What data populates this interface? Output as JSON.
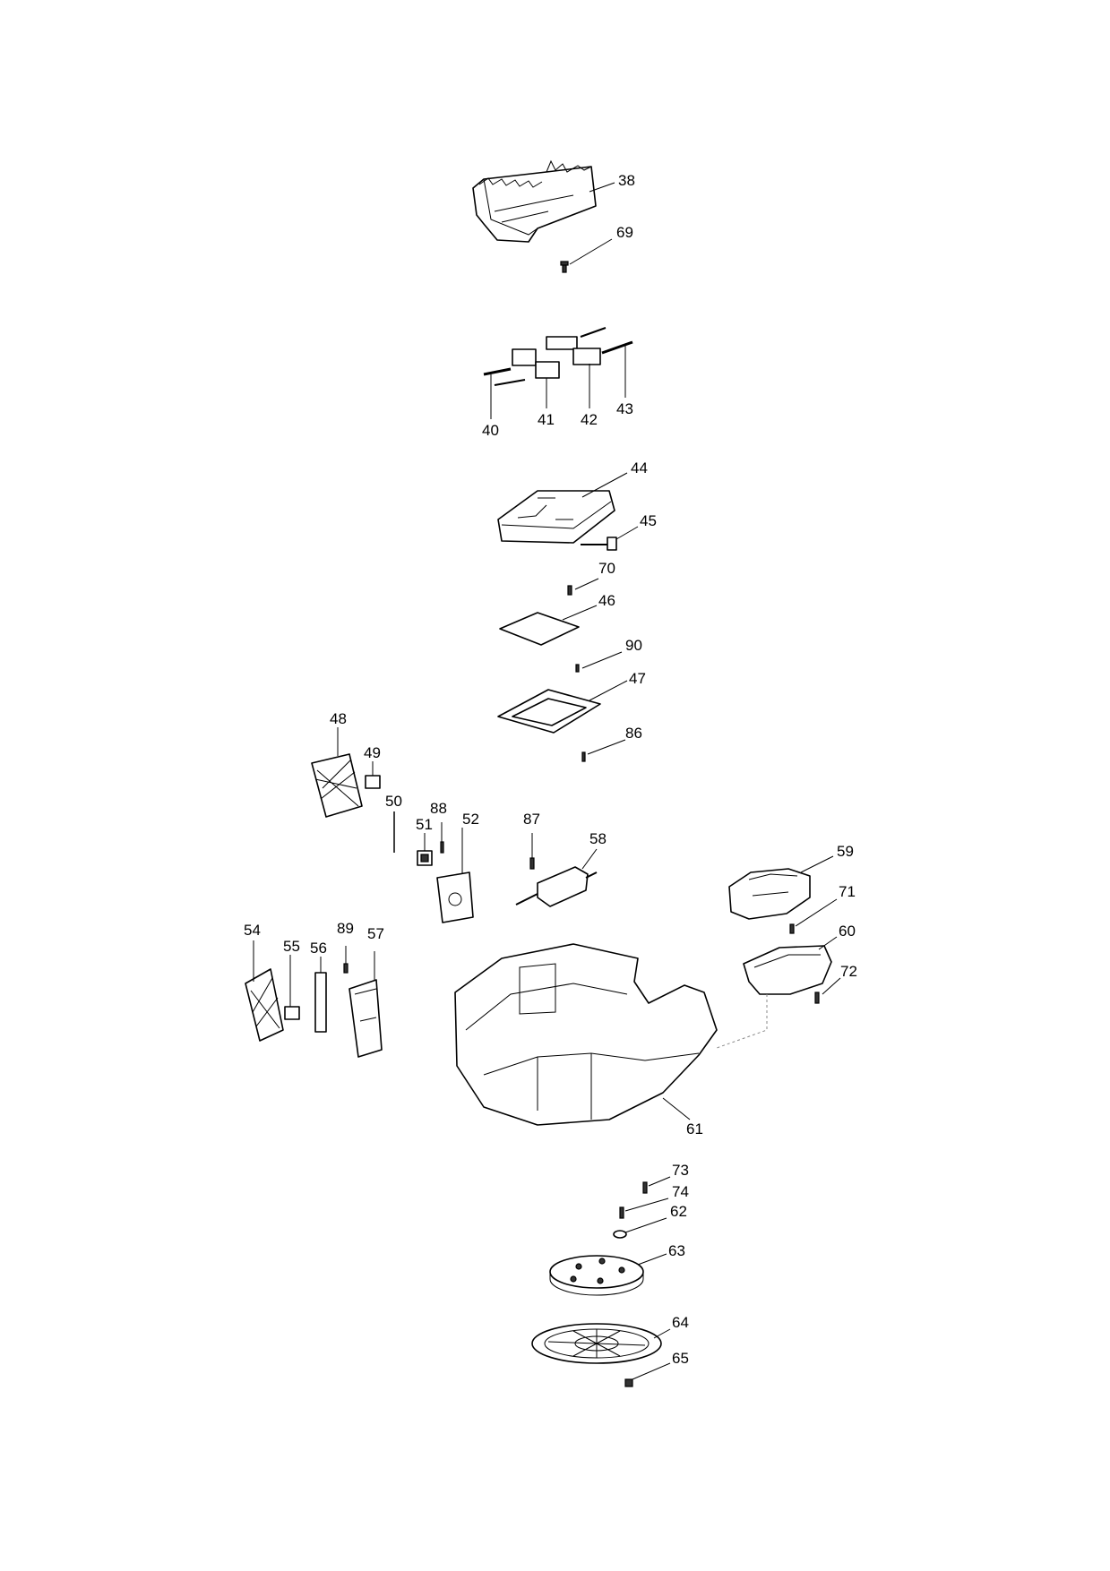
{
  "labels": {
    "p38": "38",
    "p69": "69",
    "p40": "40",
    "p41": "41",
    "p42": "42",
    "p43": "43",
    "p44": "44",
    "p45": "45",
    "p70": "70",
    "p46": "46",
    "p90": "90",
    "p47": "47",
    "p86": "86",
    "p48": "48",
    "p49": "49",
    "p50": "50",
    "p88": "88",
    "p51": "51",
    "p52": "52",
    "p87": "87",
    "p58": "58",
    "p59": "59",
    "p71": "71",
    "p60": "60",
    "p72": "72",
    "p54": "54",
    "p55": "55",
    "p56": "56",
    "p89": "89",
    "p57": "57",
    "p61": "61",
    "p73": "73",
    "p74": "74",
    "p62": "62",
    "p63": "63",
    "p64": "64",
    "p65": "65"
  }
}
